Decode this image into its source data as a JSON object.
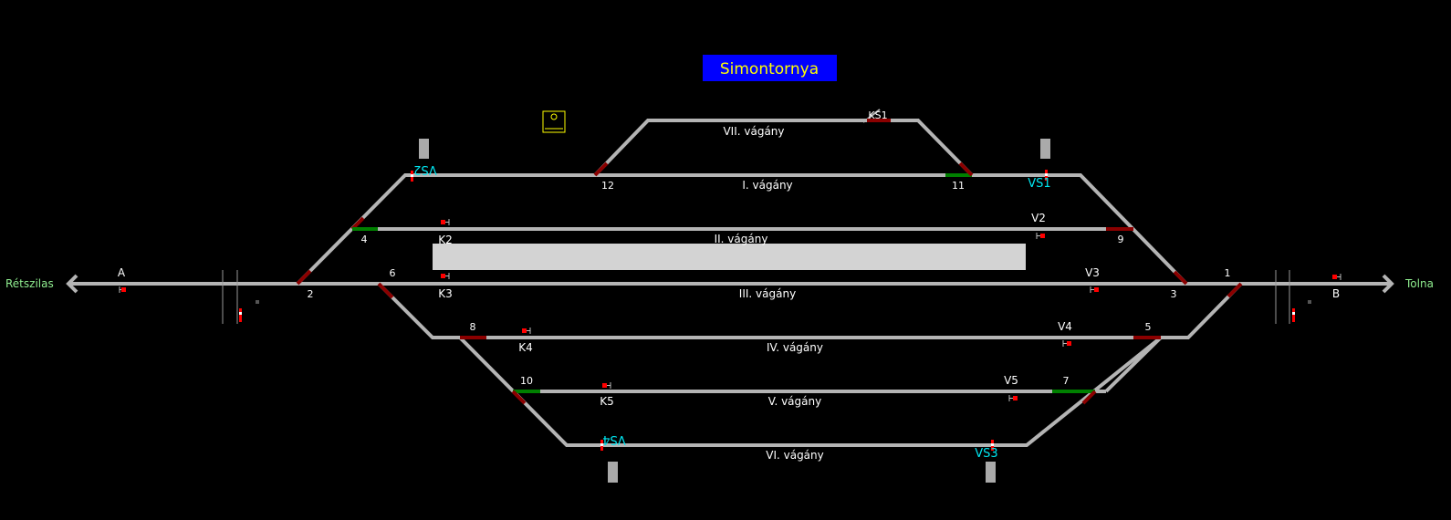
{
  "station_title": "Simontornya",
  "directions": {
    "left": "Rétszilas",
    "right": "Tolna"
  },
  "tracks": {
    "t1": "I. vágány",
    "t2": "II. vágány",
    "t3": "III. vágány",
    "t4": "IV. vágány",
    "t5": "V. vágány",
    "t6": "VI. vágány",
    "t7": "VII. vágány"
  },
  "switches": [
    "1",
    "2",
    "3",
    "4",
    "5",
    "6",
    "7",
    "8",
    "9",
    "10",
    "11",
    "12"
  ],
  "signals": {
    "A": "A",
    "B": "B",
    "K2": "K2",
    "K3": "K3",
    "K4": "K4",
    "K5": "K5",
    "V2": "V2",
    "V3": "V3",
    "V4": "V4",
    "V5": "V5"
  },
  "crossings": {
    "VS1": "VS1",
    "VS2": "VS2",
    "VS3": "VS3",
    "VS4": "VS4",
    "KS1": "KS1"
  },
  "colors": {
    "track": "#b4b4b4",
    "occupied_switch": "#8b0000",
    "set_switch": "#008000",
    "signal_stop": "#ff0000",
    "title_bg": "#0000ff"
  }
}
